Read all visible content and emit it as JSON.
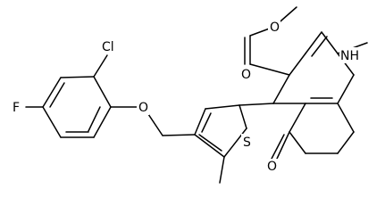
{
  "molecule": {
    "atoms": [
      {
        "id": "F",
        "label": "F"
      },
      {
        "id": "Cl",
        "label": "Cl"
      },
      {
        "id": "O_e",
        "label": "O"
      },
      {
        "id": "S",
        "label": "S"
      },
      {
        "id": "O_k",
        "label": "O"
      },
      {
        "id": "N",
        "label": "NH"
      },
      {
        "id": "O_c",
        "label": "O"
      },
      {
        "id": "O_m",
        "label": "O"
      }
    ]
  }
}
